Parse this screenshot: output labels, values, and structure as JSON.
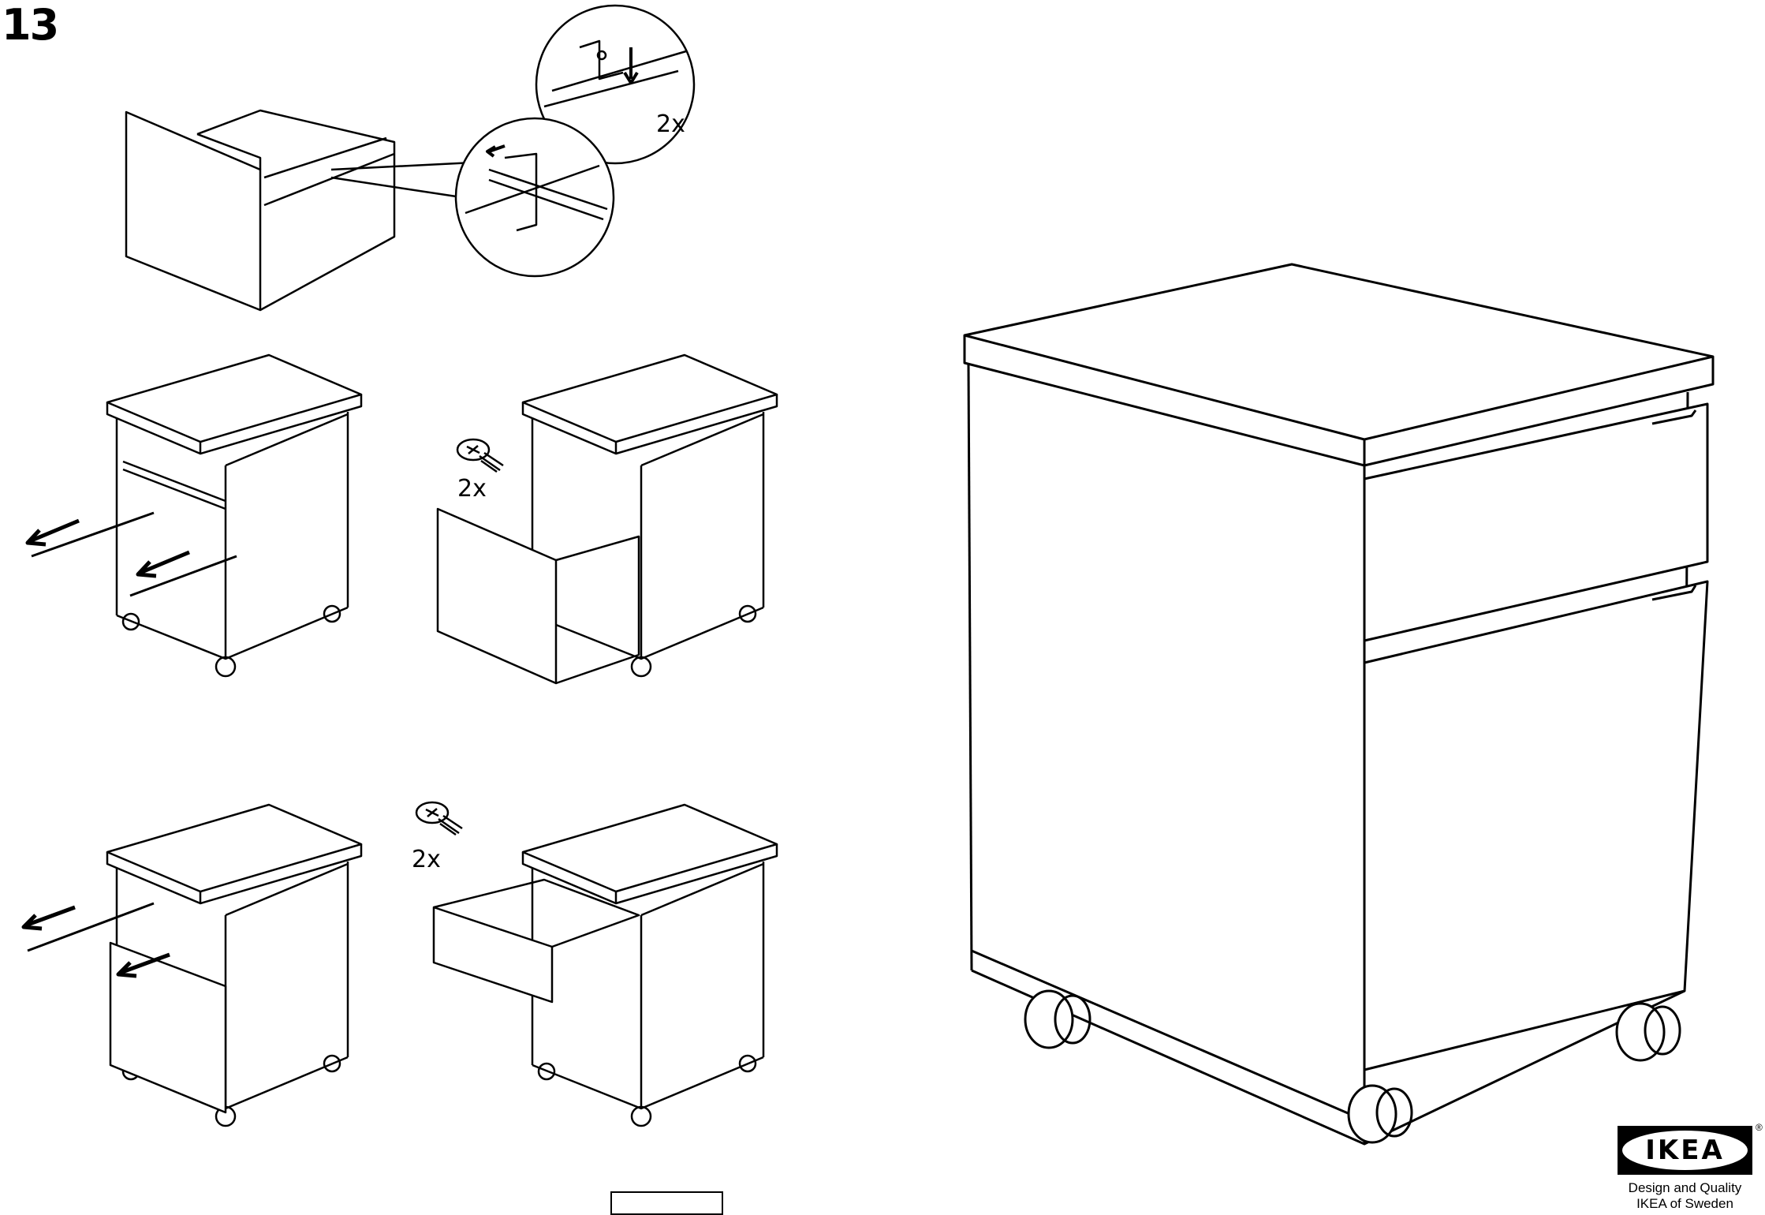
{
  "step_number": "13",
  "quantities": {
    "detail_clip": "2x",
    "screw_drawer_bottom": "2x",
    "screw_drawer_top": "2x"
  },
  "brand": {
    "logo_text": "IKEA",
    "registered": "®",
    "tagline_line1": "Design and Quality",
    "tagline_line2": "IKEA of Sweden"
  },
  "page_box": ""
}
